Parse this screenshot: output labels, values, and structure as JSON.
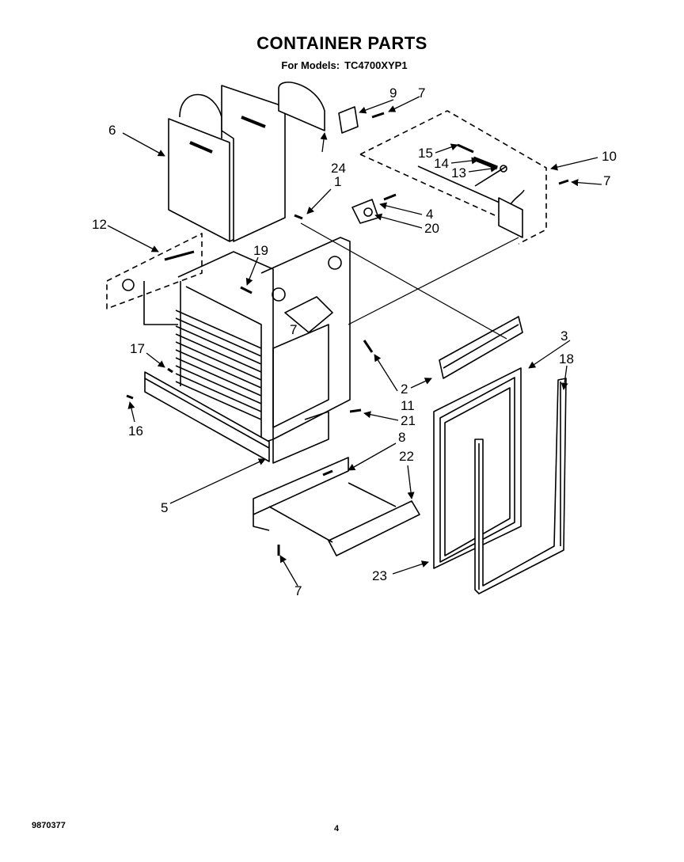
{
  "title": "CONTAINER PARTS",
  "subtitle": {
    "prefix": "For Models:",
    "model": "TC4700XYP1"
  },
  "footer": {
    "doc_number": "9870377",
    "page_number": "4"
  },
  "callouts": [
    {
      "id": "c1",
      "label": "1"
    },
    {
      "id": "c2",
      "label": "2"
    },
    {
      "id": "c3",
      "label": "3"
    },
    {
      "id": "c4",
      "label": "4"
    },
    {
      "id": "c5",
      "label": "5"
    },
    {
      "id": "c6",
      "label": "6"
    },
    {
      "id": "c7a",
      "label": "7"
    },
    {
      "id": "c7b",
      "label": "7"
    },
    {
      "id": "c7c",
      "label": "7"
    },
    {
      "id": "c7d",
      "label": "7"
    },
    {
      "id": "c8",
      "label": "8"
    },
    {
      "id": "c9",
      "label": "9"
    },
    {
      "id": "c10",
      "label": "10"
    },
    {
      "id": "c11",
      "label": "11"
    },
    {
      "id": "c12",
      "label": "12"
    },
    {
      "id": "c13",
      "label": "13"
    },
    {
      "id": "c14",
      "label": "14"
    },
    {
      "id": "c15",
      "label": "15"
    },
    {
      "id": "c16",
      "label": "16"
    },
    {
      "id": "c17",
      "label": "17"
    },
    {
      "id": "c18",
      "label": "18"
    },
    {
      "id": "c19",
      "label": "19"
    },
    {
      "id": "c20",
      "label": "20"
    },
    {
      "id": "c21",
      "label": "21"
    },
    {
      "id": "c22",
      "label": "22"
    },
    {
      "id": "c23",
      "label": "23"
    },
    {
      "id": "c24",
      "label": "24"
    }
  ]
}
